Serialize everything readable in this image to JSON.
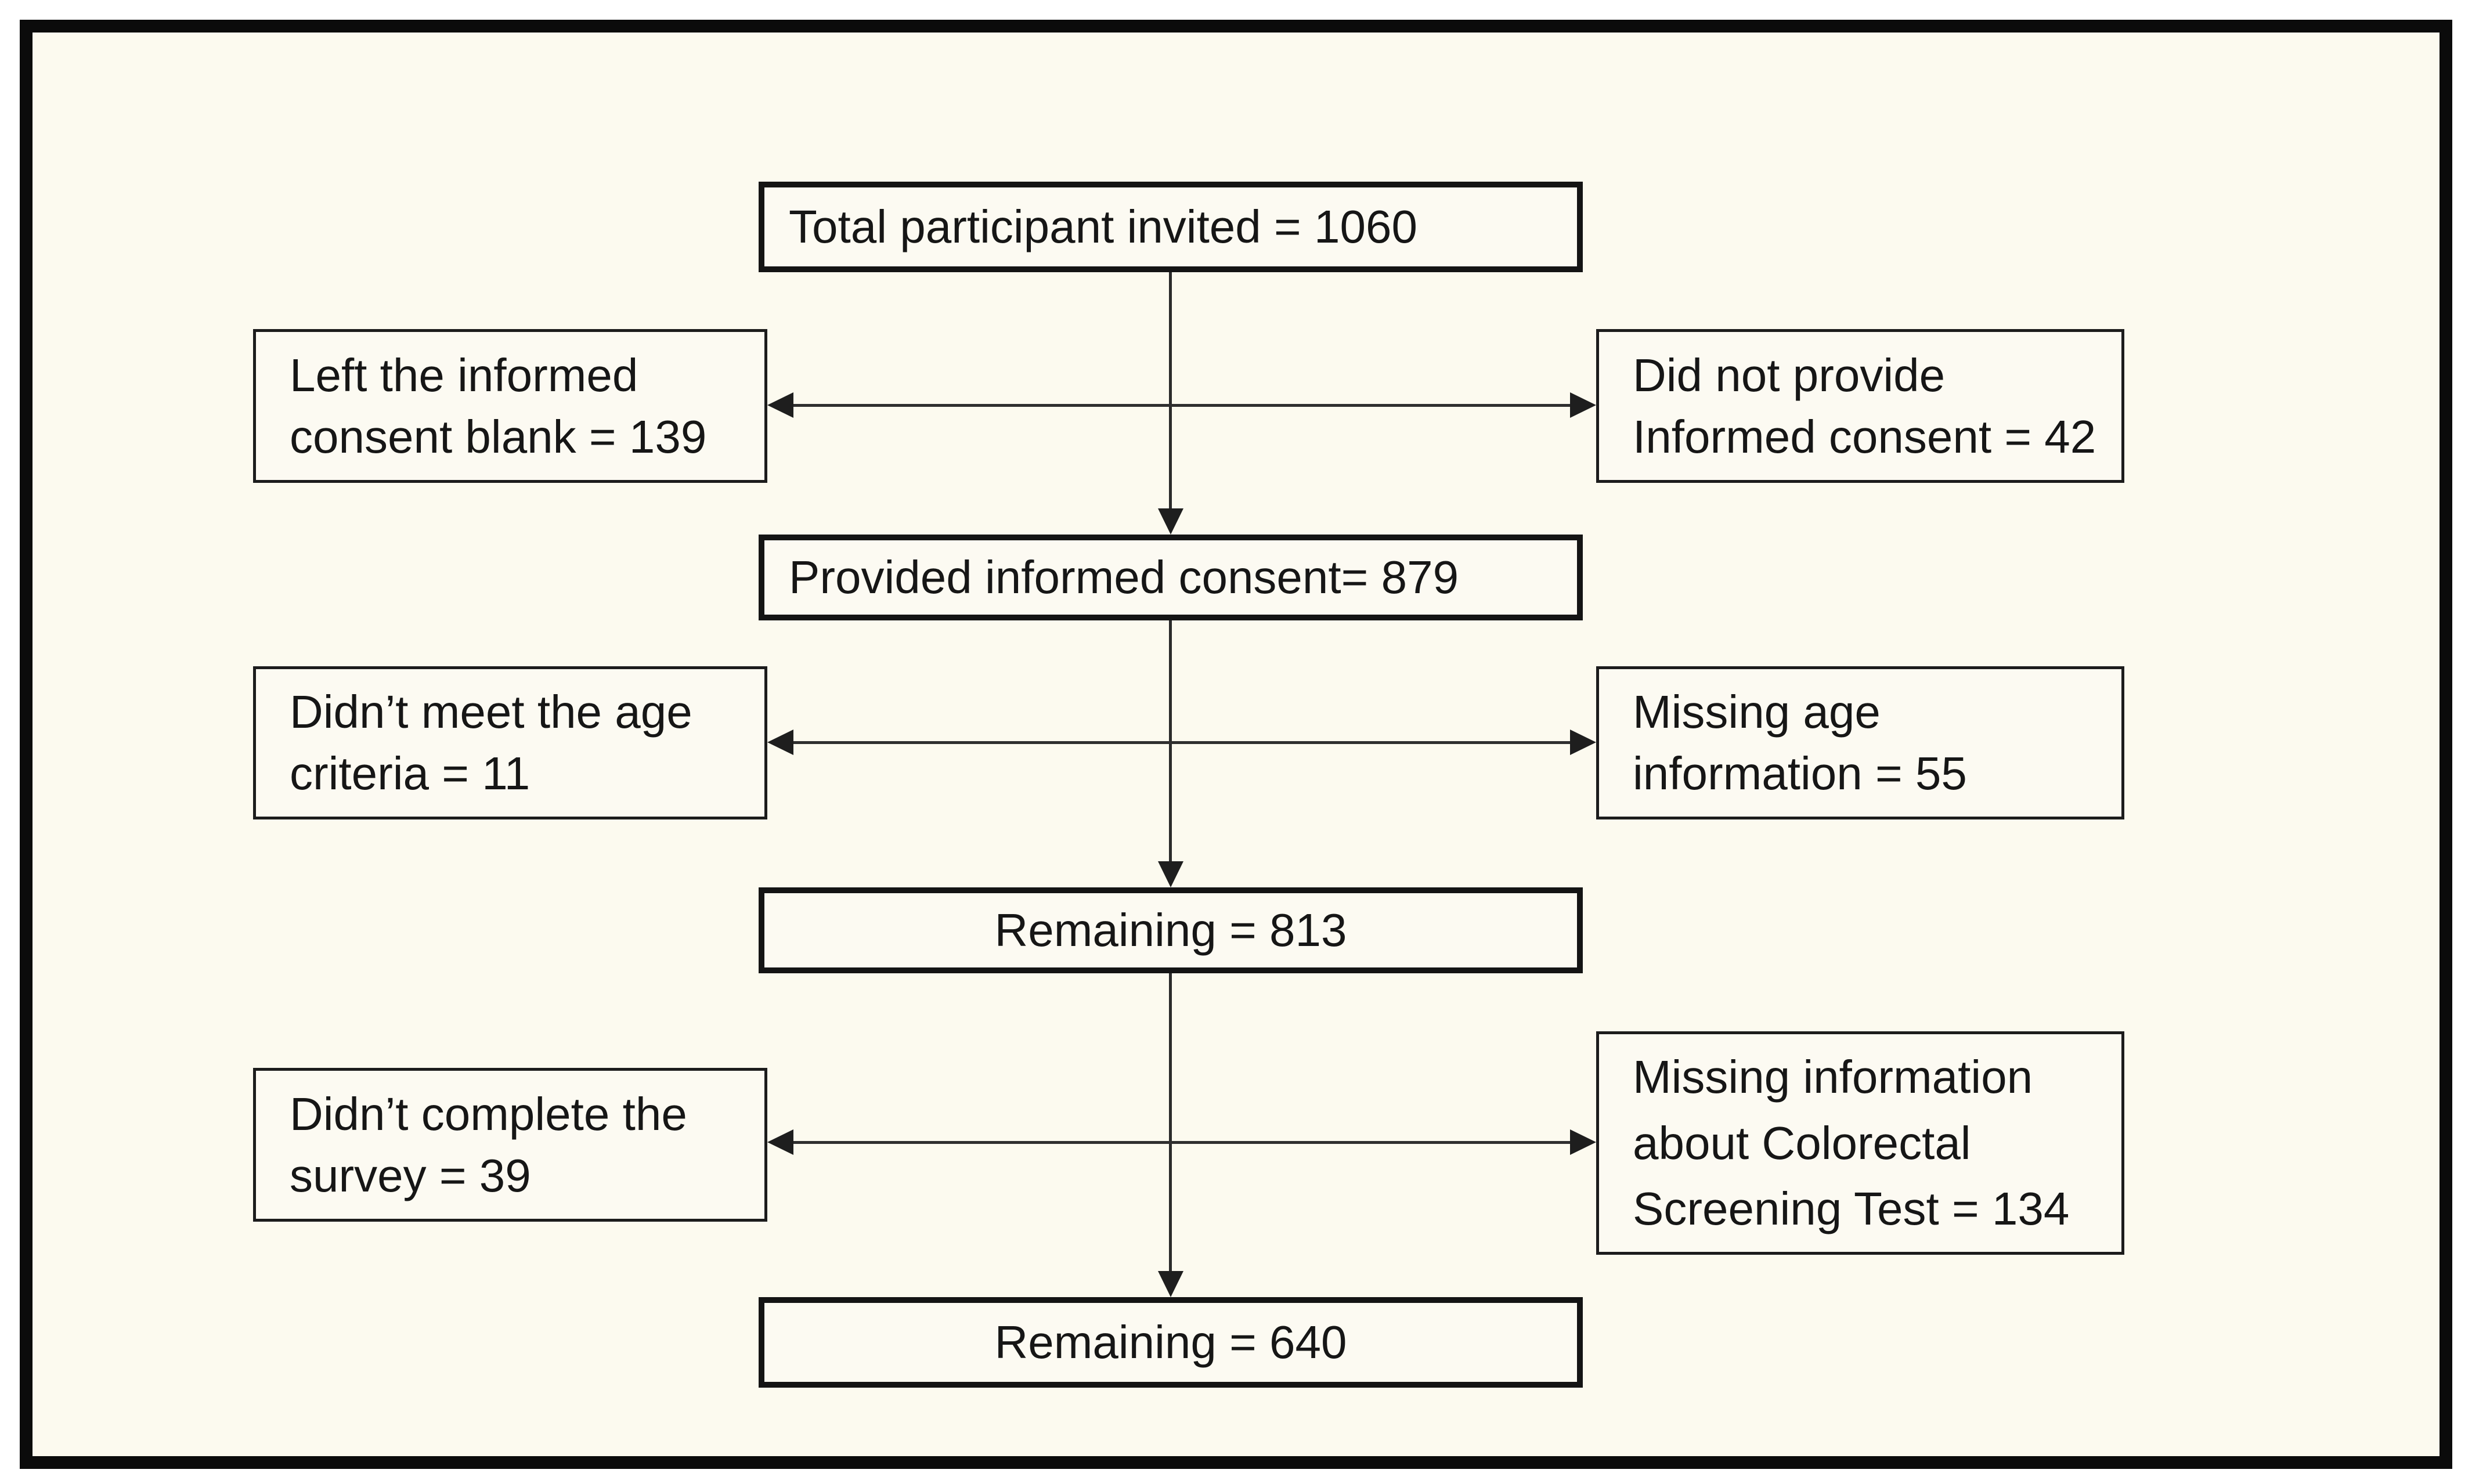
{
  "flowchart": {
    "main": [
      {
        "id": "invited",
        "label": "Total participant invited = 1060"
      },
      {
        "id": "consent",
        "label": "Provided informed consent= 879"
      },
      {
        "id": "remaining-813",
        "label": "Remaining = 813"
      },
      {
        "id": "remaining-640",
        "label": "Remaining = 640"
      }
    ],
    "left": [
      {
        "id": "consent-blank",
        "label": "Left the informed\nconsent blank = 139"
      },
      {
        "id": "age-criteria",
        "label": "Didn’t meet the age\ncriteria = 11"
      },
      {
        "id": "incomplete-survey",
        "label": "Didn’t complete the\nsurvey = 39"
      }
    ],
    "right": [
      {
        "id": "no-informed-consent",
        "label": "Did not provide\nInformed consent = 42"
      },
      {
        "id": "missing-age",
        "label": "Missing age\ninformation = 55"
      },
      {
        "id": "missing-crc-info",
        "label": "Missing information\nabout Colorectal\nScreening Test = 134"
      }
    ],
    "colors": {
      "background": "#fcfaef",
      "frame_border": "#0b0b0b",
      "box_border": "#141414",
      "text": "#161616"
    }
  }
}
